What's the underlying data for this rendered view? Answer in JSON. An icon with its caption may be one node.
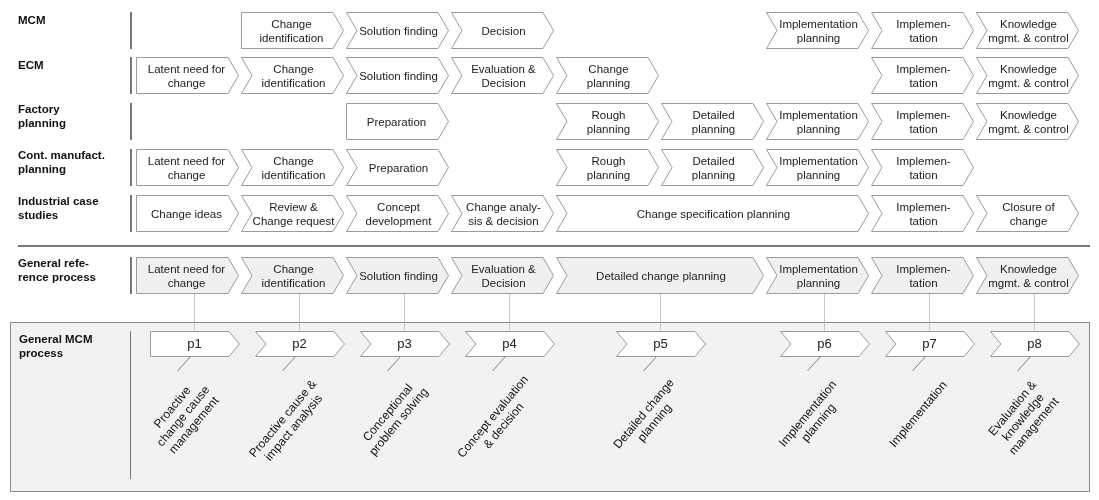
{
  "diagram": {
    "nodes": [
      {
        "text": [
          "Change identification"
        ]
      },
      {
        "text": [
          "Solution finding"
        ]
      },
      {
        "text": [
          "Decision"
        ]
      },
      {
        "text": [
          "Implementation planning"
        ]
      },
      {
        "text": [
          "Implemen- tation"
        ]
      },
      {
        "text": [
          "Knowledge mgmt. & control"
        ]
      },
      {
        "text": [
          "Latent need for change"
        ]
      },
      {
        "text": [
          "Change identification"
        ]
      },
      {
        "text": [
          "Solution finding"
        ]
      },
      {
        "text": [
          "Evaluation & Decision"
        ]
      },
      {
        "text": [
          "Change planning"
        ]
      },
      {
        "text": [
          "Implemen- tation"
        ]
      },
      {
        "text": [
          "Knowledge mgmt. & control"
        ]
      },
      {
        "text": [
          "Preparation"
        ]
      },
      {
        "text": [
          "Rough planning"
        ]
      },
      {
        "text": [
          "Detailed planning"
        ]
      },
      {
        "text": [
          "Implementation planning"
        ]
      },
      {
        "text": [
          "Implemen- tation"
        ]
      },
      {
        "text": [
          "Knowledge mgmt. & control"
        ]
      },
      {
        "text": [
          "Latent need for change"
        ]
      },
      {
        "text": [
          "Change identification"
        ]
      },
      {
        "text": [
          "Preparation"
        ]
      },
      {
        "text": [
          "Rough planning"
        ]
      },
      {
        "text": [
          "Detailed planning"
        ]
      },
      {
        "text": [
          "Implementation planning"
        ]
      },
      {
        "text": [
          "Implemen- tation"
        ]
      },
      {
        "text": [
          "Change ideas"
        ]
      },
      {
        "text": [
          "Review & Change request"
        ]
      },
      {
        "text": [
          "Concept development"
        ]
      },
      {
        "text": [
          "Change analy- sis & decision"
        ]
      },
      {
        "text": [
          "Change specification planning"
        ]
      },
      {
        "text": [
          "Implemen- tation"
        ]
      },
      {
        "text": [
          "Closure of change"
        ]
      },
      {
        "text": [
          "Latent need for change"
        ]
      },
      {
        "text": [
          "Change identification"
        ]
      },
      {
        "text": [
          "Solution finding"
        ]
      },
      {
        "text": [
          "Evaluation & Decision"
        ]
      },
      {
        "text": [
          "Detailed change planning"
        ]
      },
      {
        "text": [
          "Implementation planning"
        ]
      },
      {
        "text": [
          "Implemen- tation"
        ]
      },
      {
        "text": [
          "Knowledge mgmt. & control"
        ]
      },
      {
        "text": [
          "General MCM process"
        ]
      },
      {
        "text": [
          "p1"
        ],
        "in": 41
      },
      {
        "text": [
          "p2"
        ],
        "in": 41
      },
      {
        "text": [
          "p3"
        ],
        "in": 41
      },
      {
        "text": [
          "p4"
        ],
        "in": 41
      },
      {
        "text": [
          "p5"
        ],
        "in": 41
      },
      {
        "text": [
          "p6"
        ],
        "in": 41
      },
      {
        "text": [
          "p7"
        ],
        "in": 41
      },
      {
        "text": [
          "p8"
        ],
        "in": 41
      },
      {
        "text": [
          "Proactive change cause management"
        ],
        "in": 41
      },
      {
        "text": [
          "Proactive cause & impact analysis"
        ],
        "in": 41
      },
      {
        "text": [
          "Conceptional problem solving"
        ],
        "in": 41
      },
      {
        "text": [
          "Concept evaluation & decision"
        ],
        "in": 41
      },
      {
        "text": [
          "Detailed change planning"
        ],
        "in": 41
      },
      {
        "text": [
          "Implementation planning"
        ],
        "in": 41
      },
      {
        "text": [
          "Implementation"
        ],
        "in": 41
      },
      {
        "text": [
          "Evaluation & knowledge management"
        ],
        "in": 41
      }
    ],
    "edges": [
      {
        "from": 33,
        "to": 42,
        "arrow": "to"
      },
      {
        "from": 34,
        "to": 43,
        "arrow": "to"
      },
      {
        "from": 35,
        "to": 44,
        "arrow": "to"
      },
      {
        "from": 36,
        "to": 45,
        "arrow": "to"
      },
      {
        "from": 37,
        "to": 46,
        "arrow": "to"
      },
      {
        "from": 38,
        "to": 47,
        "arrow": "to"
      },
      {
        "from": 39,
        "to": 48,
        "arrow": "to"
      },
      {
        "from": 40,
        "to": 49,
        "arrow": "to"
      },
      {
        "from": 50,
        "to": 42,
        "arrow": "none"
      },
      {
        "from": 51,
        "to": 43,
        "arrow": "none"
      },
      {
        "from": 52,
        "to": 44,
        "arrow": "none"
      },
      {
        "from": 53,
        "to": 45,
        "arrow": "none"
      },
      {
        "from": 54,
        "to": 46,
        "arrow": "none"
      },
      {
        "from": 55,
        "to": 47,
        "arrow": "none"
      },
      {
        "from": 56,
        "to": 48,
        "arrow": "none"
      },
      {
        "from": 57,
        "to": 49,
        "arrow": "none"
      }
    ],
    "labels": [
      "MCM",
      "ECM",
      "Factory planning",
      "Cont. manufact. planning",
      "Industrial case studies",
      "General refe- rence process"
    ]
  }
}
